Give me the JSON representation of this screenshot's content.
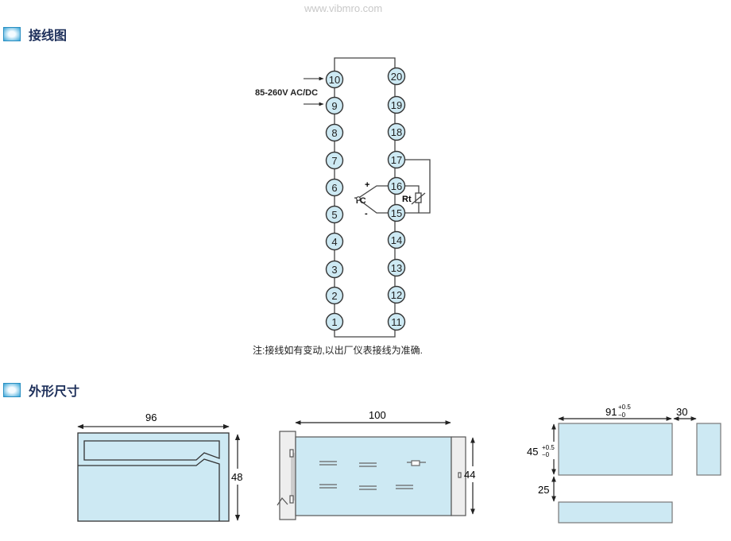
{
  "watermark": "www.vibmro.com",
  "sections": [
    {
      "title": "接线图"
    },
    {
      "title": "外形尺寸"
    }
  ],
  "wiring": {
    "left_terminals": [
      "10",
      "9",
      "8",
      "7",
      "6",
      "5",
      "4",
      "3",
      "2",
      "1"
    ],
    "right_terminals": [
      "20",
      "19",
      "18",
      "17",
      "16",
      "15",
      "14",
      "13",
      "12",
      "11"
    ],
    "power_label": "85-260V AC/DC",
    "tc_label": "TC",
    "tc_plus": "+",
    "tc_minus": "-",
    "rt_label": "Rt",
    "note": "注:接线如有变动,以出厂仪表接线为准确."
  },
  "dimensions": {
    "front_width": "96",
    "front_height": "48",
    "side_depth": "100",
    "side_height": "44",
    "cutout_width": "91",
    "cutout_width_tol_plus": "+0.5",
    "cutout_width_tol_minus": "−0",
    "cutout_height": "45",
    "cutout_height_tol_plus": "+0.5",
    "cutout_height_tol_minus": "−0",
    "horizontal_gap": "30",
    "vertical_gap": "25"
  },
  "colors": {
    "fill": "#cde9f3",
    "line": "#444444",
    "terminal": "#cde9f3"
  }
}
